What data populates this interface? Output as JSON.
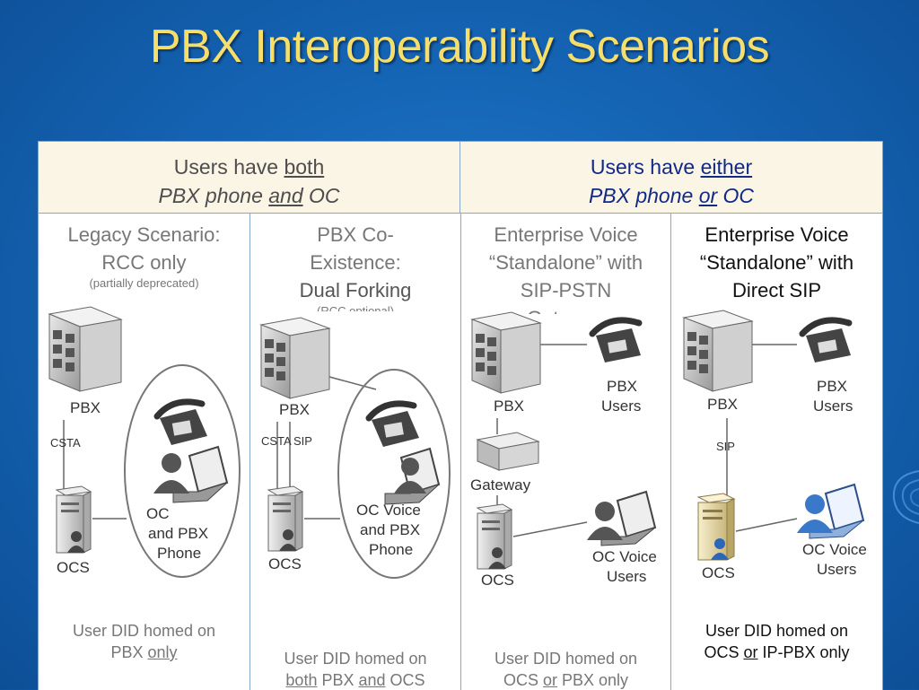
{
  "title": "PBX Interoperability Scenarios",
  "header_left": {
    "line1_pre": "Users have ",
    "line1_em": "both",
    "line2_a": "PBX phone ",
    "line2_and": "and",
    "line2_b": " OC"
  },
  "header_right": {
    "line1_pre": "Users have ",
    "line1_em": "either",
    "line2_a": "PBX phone ",
    "line2_or": "or",
    "line2_b": " OC"
  },
  "columns": [
    {
      "heading": [
        "Legacy Scenario:",
        "RCC only"
      ],
      "note": "(partially deprecated)",
      "labels": {
        "pbx": "PBX",
        "csta": "CSTA",
        "ocs": "OCS",
        "oc1": "OC",
        "oc2": "and PBX",
        "oc3": "Phone"
      },
      "footer": {
        "l1": "User DID homed on",
        "l2_pre": "PBX ",
        "l2_em": "only"
      }
    },
    {
      "heading": [
        "PBX Co-",
        "Existence:",
        "Dual Forking"
      ],
      "note": "(RCC optional)",
      "labels": {
        "pbx": "PBX",
        "csta": "CSTA",
        "sip": "SIP",
        "ocs": "OCS",
        "oc1": "OC Voice",
        "oc2": "and PBX",
        "oc3": "Phone"
      },
      "footer": {
        "l1": "User DID homed on",
        "l2_em1": "both",
        "l2_mid": " PBX ",
        "l2_em2": "and",
        "l2_post": " OCS"
      }
    },
    {
      "heading": [
        "Enterprise Voice",
        "“Standalone” with",
        "SIP-PSTN",
        "Gateway"
      ],
      "labels": {
        "pbx": "PBX",
        "pbxusers1": "PBX",
        "pbxusers2": "Users",
        "gateway": "Gateway",
        "ocs": "OCS",
        "ocv1": "OC Voice",
        "ocv2": "Users"
      },
      "footer": {
        "l1": "User DID homed on",
        "l2_pre": "OCS ",
        "l2_em": "or",
        "l2_post": " PBX only"
      }
    },
    {
      "heading": [
        "Enterprise Voice",
        "“Standalone” with",
        "Direct SIP"
      ],
      "labels": {
        "pbx": "PBX",
        "pbxusers1": "PBX",
        "pbxusers2": "Users",
        "sip": "SIP",
        "ocs": "OCS",
        "ocv1": "OC Voice",
        "ocv2": "Users"
      },
      "footer": {
        "l1": "User DID homed on",
        "l2_pre": "OCS ",
        "l2_em": "or",
        "l2_post": " IP-PBX only"
      }
    }
  ],
  "colors": {
    "title": "#f5de6a",
    "background": "#1565b5",
    "header_bg": "#fbf5e6",
    "header_right_text": "#112a88"
  },
  "icons": [
    "server-icon",
    "telephone-icon",
    "laptop-user-icon",
    "gateway-icon"
  ]
}
